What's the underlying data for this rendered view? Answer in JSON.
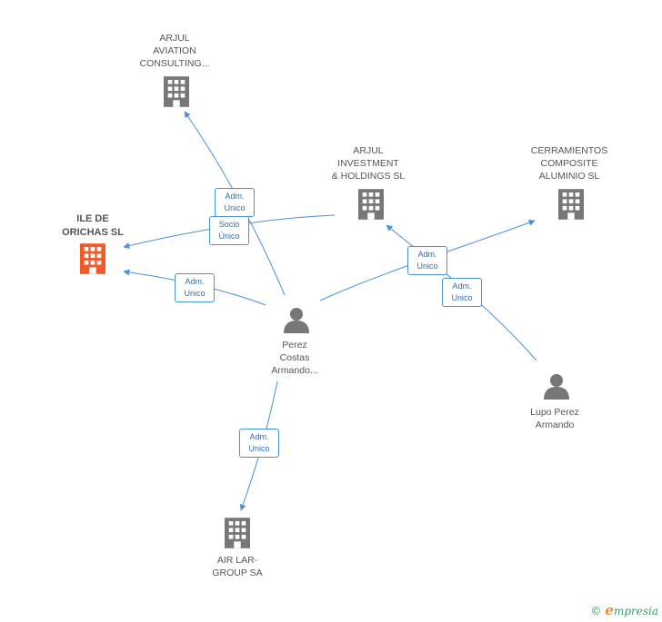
{
  "colors": {
    "edge": "#4a90d9",
    "company": "#777777",
    "main_company": "#f05a28",
    "person": "#777777"
  },
  "nodes": {
    "arjul_aviation": {
      "label": "ARJUL\nAVIATION\nCONSULTING...",
      "icon": "building-icon"
    },
    "arjul_investment": {
      "label": "ARJUL\nINVESTMENT\n& HOLDINGS SL",
      "icon": "building-icon"
    },
    "cerramientos": {
      "label": "CERRAMIENTOS\nCOMPOSITE\nALUMINIO SL",
      "icon": "building-icon"
    },
    "ile_de_orichas": {
      "label": "ILE DE\nORICHAS SL",
      "icon": "building-icon"
    },
    "perez_costas": {
      "label": "Perez\nCostas\nArmando...",
      "icon": "person-icon"
    },
    "lupo_perez": {
      "label": "Lupo Perez\nArmando",
      "icon": "person-icon"
    },
    "air_lar": {
      "label": "AIR LAR-\nGROUP SA",
      "icon": "building-icon"
    }
  },
  "edge_labels": {
    "e1": "Adm.\nUnico",
    "e2": "Socio\nÚnico",
    "e3": "Adm.\nUnico",
    "e4": "Adm.\nUnico",
    "e5": "Adm.\nUnico",
    "e6": "Adm.\nUnico"
  },
  "footer": {
    "copyright": "©",
    "brand_initial": "e",
    "brand_rest": "mpresia"
  }
}
